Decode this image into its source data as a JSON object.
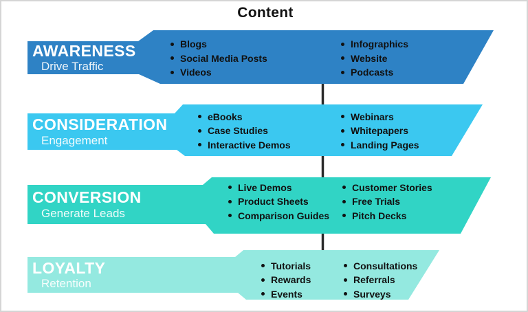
{
  "title": "Content",
  "colors": {
    "awareness": "#2E82C5",
    "consideration": "#3BC8F0",
    "conversion": "#31D4C5",
    "loyalty": "#94E9E0",
    "connector": "#2b2b2b",
    "label_text": "#ffffff",
    "bullet_text": "#111111",
    "border": "#d5d5d5"
  },
  "bands": [
    {
      "stage": "AWARENESS",
      "subtitle": "Drive Traffic",
      "color": "#2E82C5",
      "col1": [
        "Blogs",
        "Social Media Posts",
        "Videos"
      ],
      "col2": [
        "Infographics",
        "Website",
        "Podcasts"
      ]
    },
    {
      "stage": "CONSIDERATION",
      "subtitle": "Engagement",
      "color": "#3BC8F0",
      "col1": [
        "eBooks",
        "Case Studies",
        "Interactive Demos"
      ],
      "col2": [
        "Webinars",
        "Whitepapers",
        "Landing Pages"
      ]
    },
    {
      "stage": "CONVERSION",
      "subtitle": "Generate Leads",
      "color": "#31D4C5",
      "col1": [
        "Live Demos",
        "Product Sheets",
        "Comparison Guides"
      ],
      "col2": [
        "Customer Stories",
        "Free Trials",
        "Pitch Decks"
      ]
    },
    {
      "stage": "LOYALTY",
      "subtitle": "Retention",
      "color": "#94E9E0",
      "col1": [
        "Tutorials",
        "Rewards",
        "Events"
      ],
      "col2": [
        "Consultations",
        "Referrals",
        "Surveys"
      ]
    }
  ]
}
